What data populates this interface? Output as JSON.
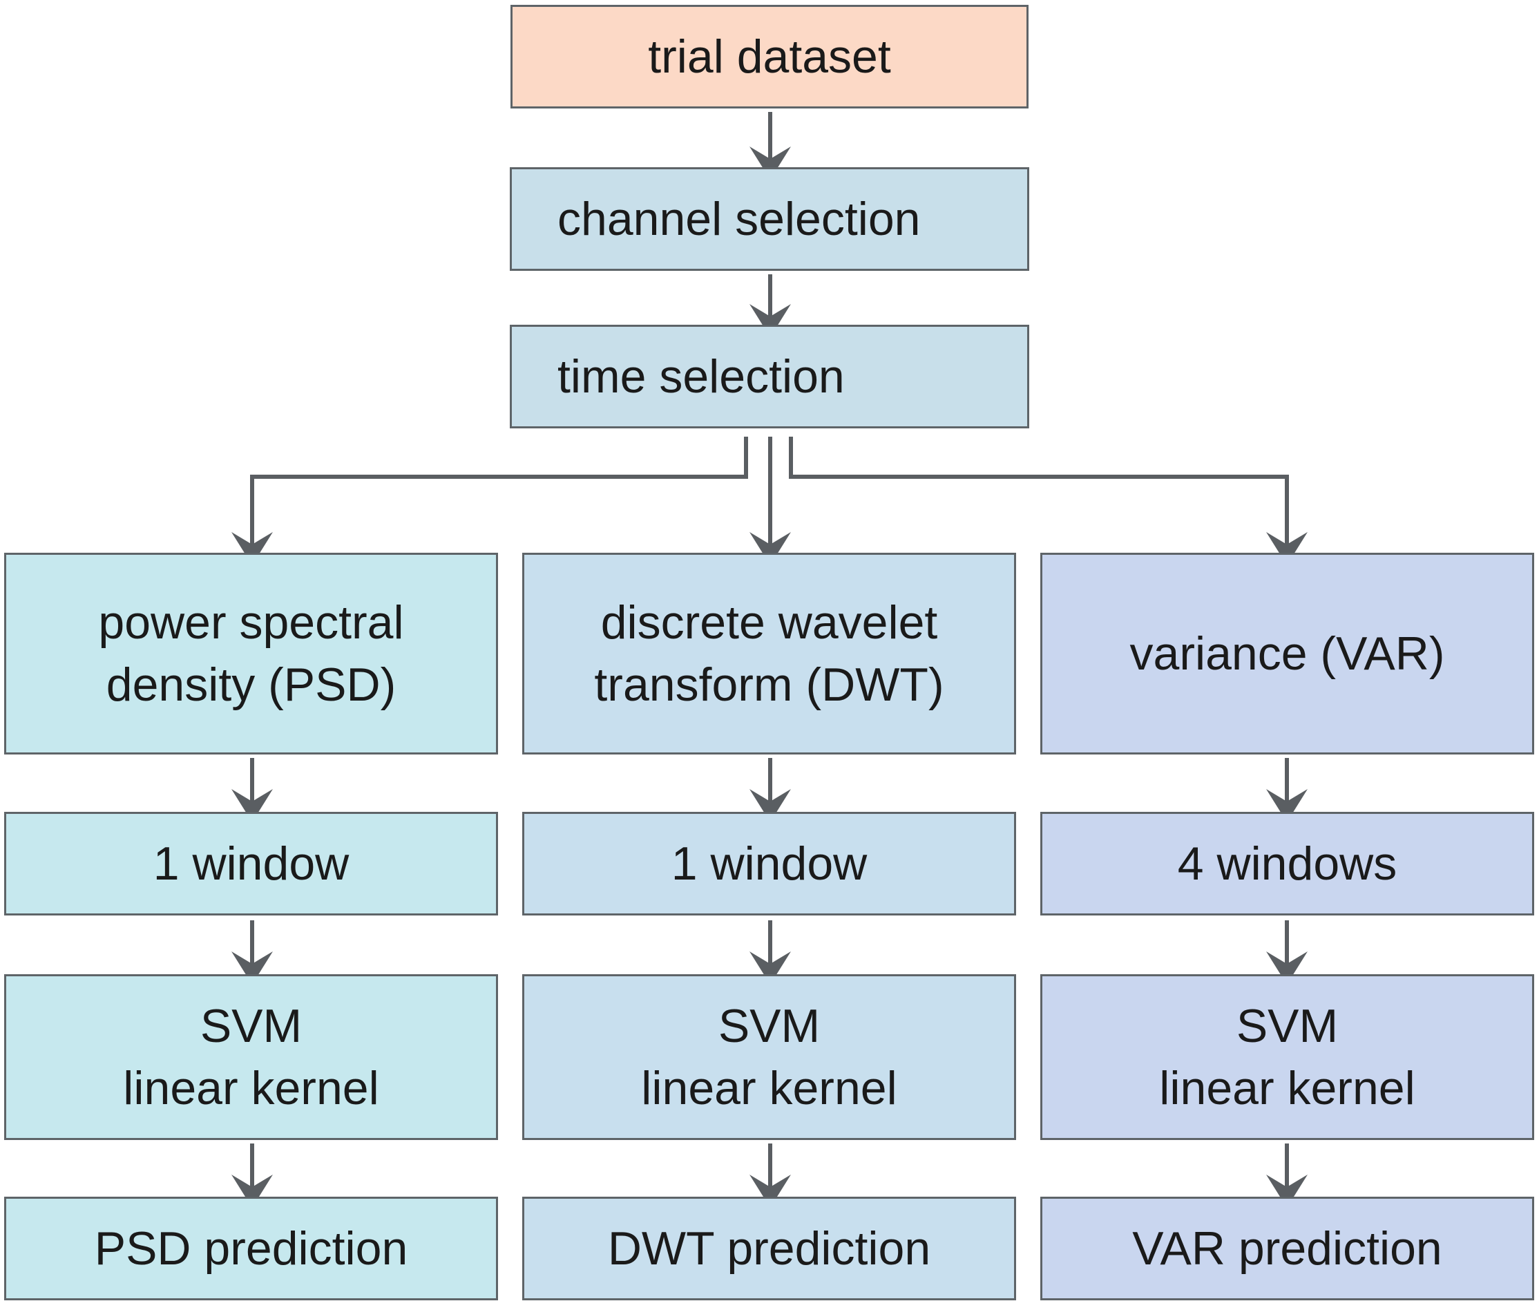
{
  "colors": {
    "start": "#fcd9c6",
    "common": "#c8dfea",
    "psd": "#c6e8ee",
    "dwt": "#c8dfee",
    "var": "#c9d6ef",
    "border": "#5e6468",
    "arrow": "#5a5e62"
  },
  "nodes": {
    "trial_dataset": {
      "line1": "trial dataset"
    },
    "channel_selection": {
      "line1": "channel selection"
    },
    "time_selection": {
      "line1": "time selection"
    },
    "psd_feature": {
      "line1": "power spectral",
      "line2": "density (PSD)"
    },
    "dwt_feature": {
      "line1": "discrete wavelet",
      "line2": "transform (DWT)"
    },
    "var_feature": {
      "line1": "variance (VAR)"
    },
    "psd_window": {
      "line1": "1 window"
    },
    "dwt_window": {
      "line1": "1 window"
    },
    "var_window": {
      "line1": "4 windows"
    },
    "psd_svm": {
      "line1": "SVM",
      "line2": "linear kernel"
    },
    "dwt_svm": {
      "line1": "SVM",
      "line2": "linear kernel"
    },
    "var_svm": {
      "line1": "SVM",
      "line2": "linear kernel"
    },
    "psd_prediction": {
      "line1": "PSD prediction"
    },
    "dwt_prediction": {
      "line1": "DWT prediction"
    },
    "var_prediction": {
      "line1": "VAR prediction"
    }
  }
}
